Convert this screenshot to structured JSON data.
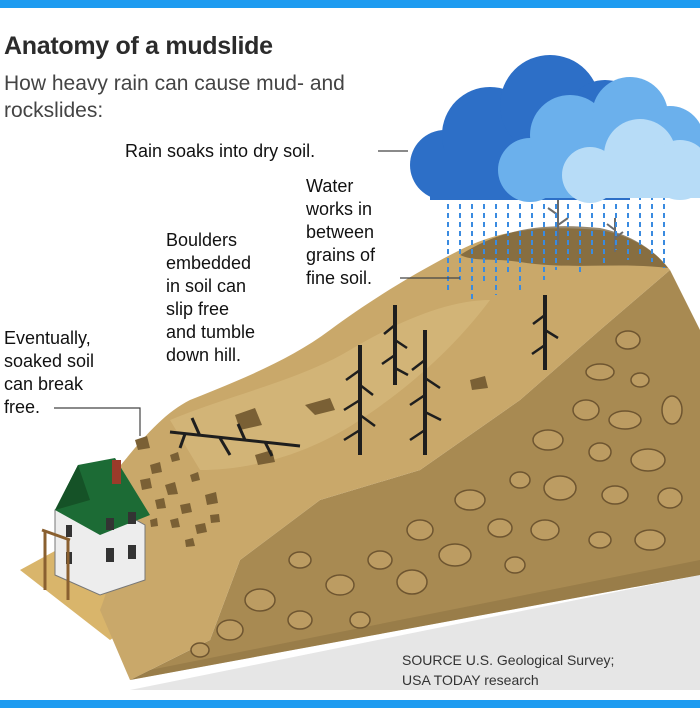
{
  "title": "Anatomy of a mudslide",
  "subtitle": "How heavy rain can cause mud- and rockslides:",
  "annotations": {
    "rain": "Rain soaks into dry soil.",
    "water_line1": "Water",
    "water_line2": "works in",
    "water_line3": "between",
    "water_line4": "grains of",
    "water_line5": "fine soil.",
    "boulders_line1": "Boulders",
    "boulders_line2": "embedded",
    "boulders_line3": "in soil can",
    "boulders_line4": "slip free",
    "boulders_line5": "and tumble",
    "boulders_line6": "down hill.",
    "soil_line1": "Eventually,",
    "soil_line2": "soaked soil",
    "soil_line3": "can break",
    "soil_line4": "free."
  },
  "source": {
    "line1": "SOURCE  U.S. Geological Survey;",
    "line2": "USA TODAY research"
  },
  "colors": {
    "accent_bar": "#1e9bf0",
    "soil_surface": "#c9a86a",
    "soil_side": "#a08048",
    "cloud_dark": "#2d6fc7",
    "cloud_light": "#b7dcf7",
    "rain": "#3a8be0",
    "house_roof": "#1c6b35",
    "trees": "#1e1e1e"
  }
}
